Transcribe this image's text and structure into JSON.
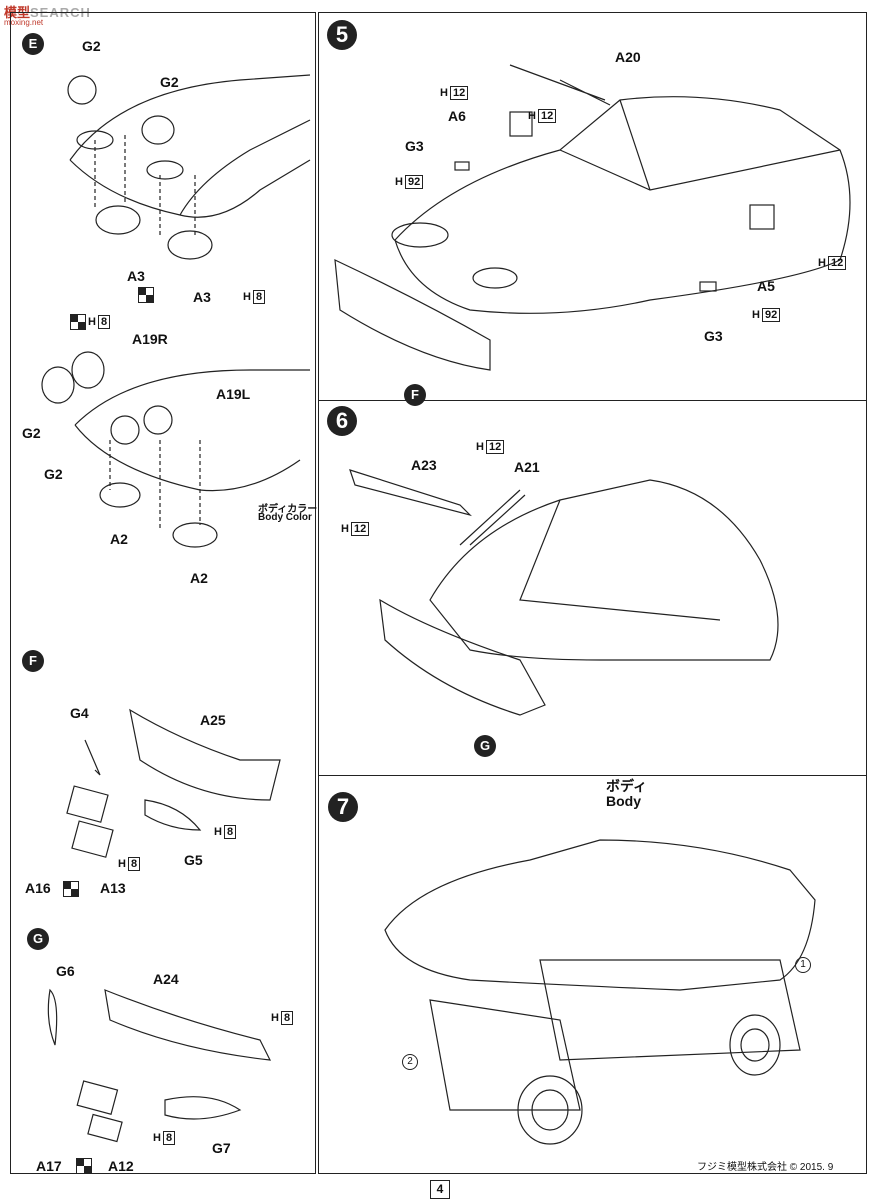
{
  "watermark": {
    "brand": "模型",
    "suffix": "SEARCH",
    "url": "moxing.net"
  },
  "steps": {
    "E": {
      "badge": "E",
      "labels": [
        "G2",
        "G2",
        "A3",
        "A3",
        "A19R",
        "A19L",
        "G2",
        "G2",
        "A2",
        "A2"
      ],
      "h8": "8",
      "h_prefix": "H",
      "body_color_jp": "ボディカラー",
      "body_color_en": "Body Color"
    },
    "s5": {
      "num": "5",
      "labels": [
        "A20",
        "A6",
        "G3",
        "A5",
        "G3"
      ],
      "h12": "12",
      "h92": "92",
      "badge": "F"
    },
    "s6": {
      "num": "6",
      "labels": [
        "A23",
        "A21"
      ],
      "h12": "12",
      "badge": "G"
    },
    "F": {
      "badge": "F",
      "labels": [
        "G4",
        "A25",
        "A16",
        "A13",
        "G5"
      ],
      "h8": "8"
    },
    "G": {
      "badge": "G",
      "labels": [
        "G6",
        "A24",
        "A17",
        "A12",
        "G7"
      ],
      "h8": "8"
    },
    "s7": {
      "num": "7",
      "body_jp": "ボディ",
      "body_en": "Body",
      "arrow1": "1",
      "arrow2": "2"
    }
  },
  "footer": {
    "copyright": "フジミ模型株式会社 © 2015. 9",
    "page": "4"
  }
}
